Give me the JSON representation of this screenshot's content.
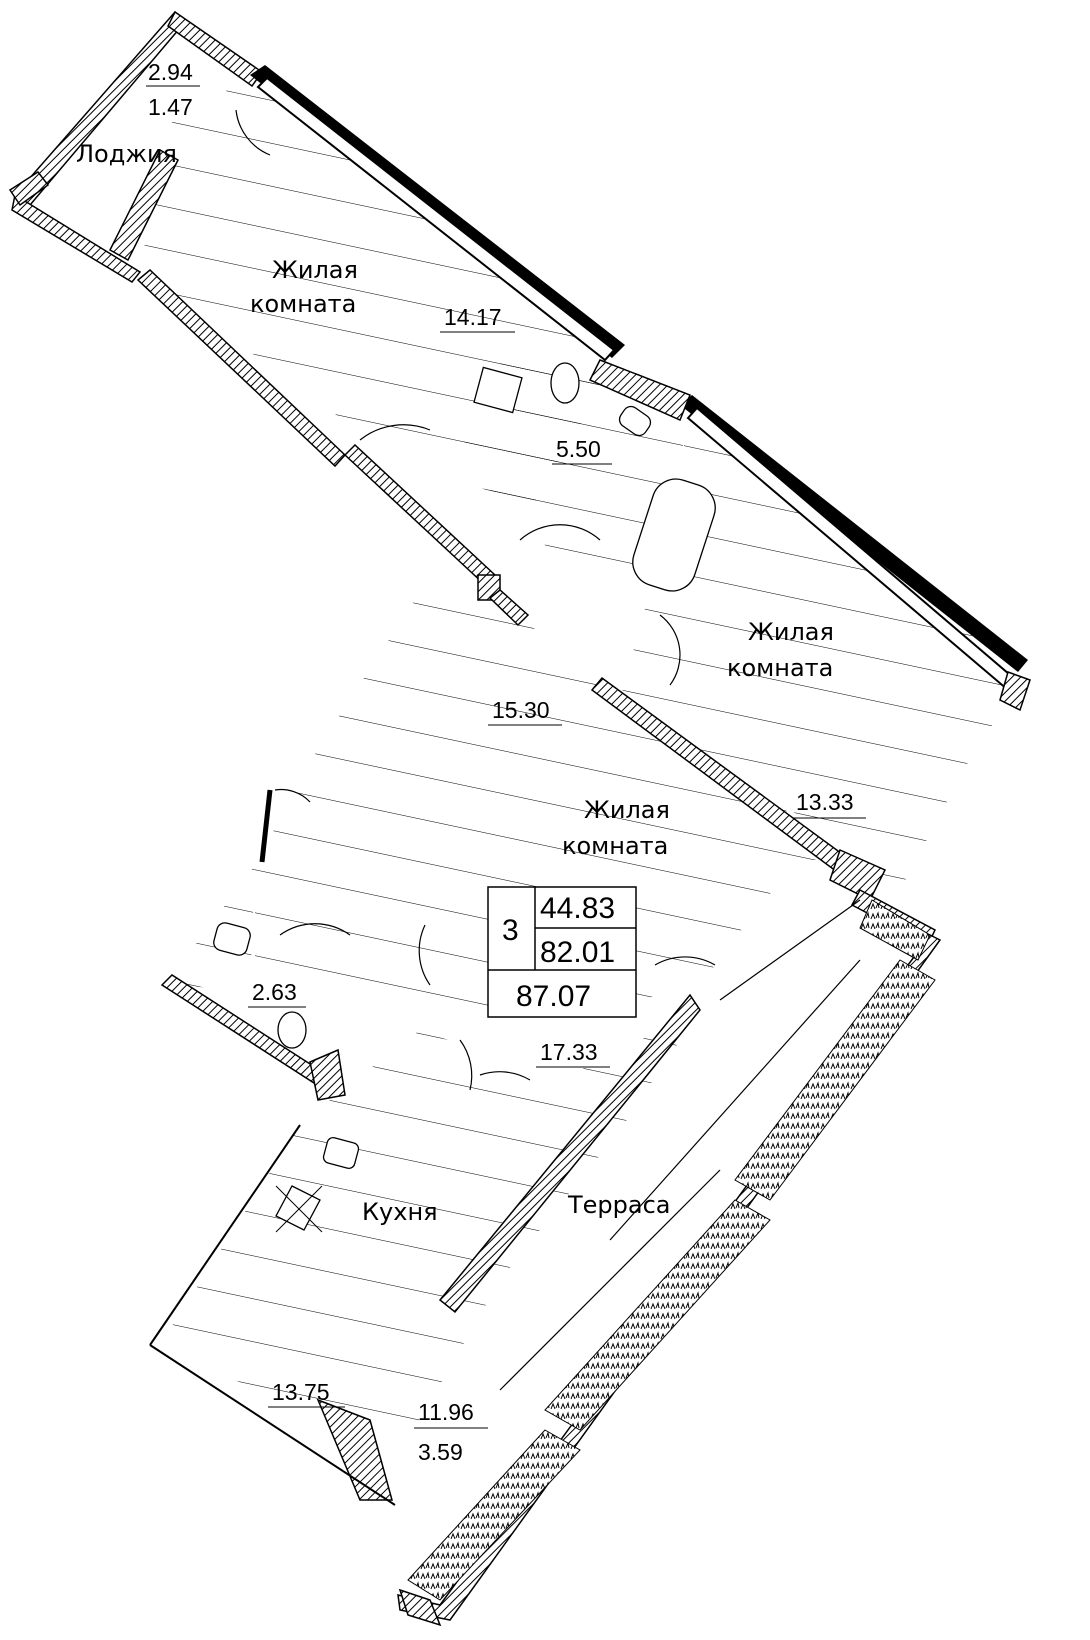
{
  "plan": {
    "rooms": [
      {
        "id": "loggia",
        "name": "Лоджия",
        "areas": [
          "2.94",
          "1.47"
        ]
      },
      {
        "id": "room1",
        "name_line1": "Жилая",
        "name_line2": "комната",
        "area": "14.17"
      },
      {
        "id": "bath1",
        "area": "5.50"
      },
      {
        "id": "room2",
        "name_line1": "Жилая",
        "name_line2": "комната",
        "area": "13.33"
      },
      {
        "id": "hall",
        "area": "15.30"
      },
      {
        "id": "room3",
        "name_line1": "Жилая",
        "name_line2": "комната"
      },
      {
        "id": "bath2",
        "area": "2.63"
      },
      {
        "id": "kitchen_dining",
        "area": "17.33"
      },
      {
        "id": "kitchen",
        "name": "Кухня",
        "area": "13.75"
      },
      {
        "id": "terrace",
        "name": "Терраса",
        "areas": [
          "11.96",
          "3.59"
        ]
      }
    ],
    "summary": {
      "rooms_count": "3",
      "living_area": "44.83",
      "total_area": "82.01",
      "total_with_outdoor": "87.07"
    },
    "colors": {
      "line": "#000000",
      "background": "#ffffff"
    }
  }
}
